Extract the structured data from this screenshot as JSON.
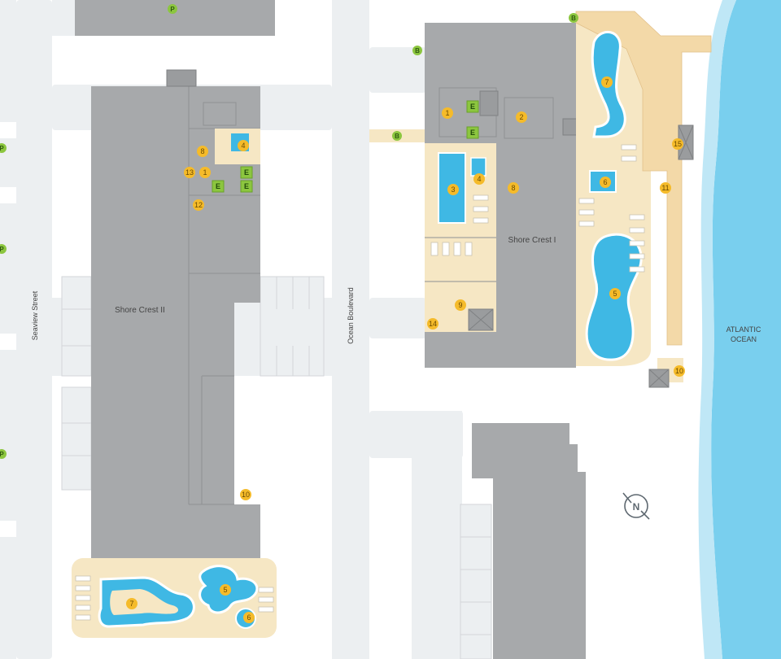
{
  "buildings": {
    "shore_crest_2": "Shore Crest II",
    "shore_crest_1": "Shore Crest I"
  },
  "streets": {
    "seaview": "Seaview Street",
    "ocean": "Ocean Boulevard"
  },
  "ocean": {
    "line1": "ATLANTIC",
    "line2": "OCEAN"
  },
  "compass": {
    "letter": "N"
  },
  "legend_pins": {
    "parking": "P",
    "beach_access": "B",
    "elevator": "E"
  },
  "amenity_numbers": [
    "1",
    "2",
    "3",
    "4",
    "5",
    "6",
    "7",
    "8",
    "9",
    "10",
    "11",
    "12",
    "13",
    "14",
    "15"
  ],
  "colors": {
    "building": "#a7a9ab",
    "road": "#eceff1",
    "sand": "#f6e7c4",
    "pool": "#3fb8e4",
    "ocean": "#79cfee",
    "marker": "#f5bb2a",
    "pin": "#8cc63f"
  }
}
